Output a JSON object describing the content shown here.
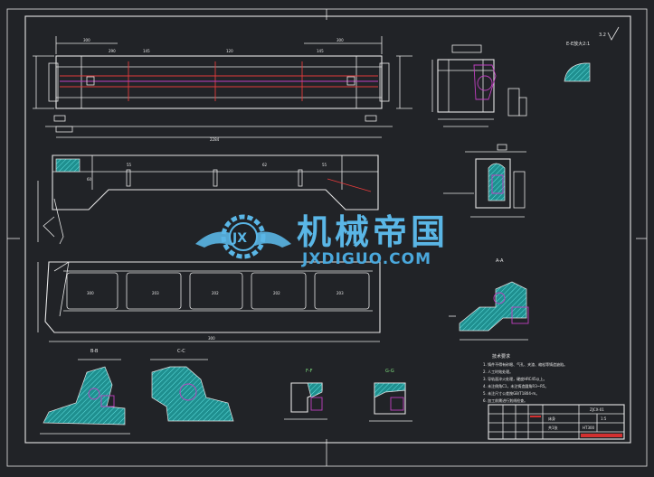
{
  "watermark": {
    "chinese": "机械帝国",
    "latin": "JXDIGUO.COM",
    "logo_letters": "JX"
  },
  "views": {
    "front_view": {
      "dims": [
        "300",
        "290",
        "145",
        "120",
        "145",
        "300",
        "2284"
      ]
    },
    "plan_view": {
      "dims": [
        "60",
        "55",
        "62",
        "55"
      ]
    },
    "bottom_view": {
      "dims": [
        "300",
        "203",
        "202",
        "202",
        "203",
        "300"
      ]
    },
    "section_EE": {
      "label": "E-E放大2:1"
    },
    "section_AA": {
      "label": "A-A"
    },
    "section_BB": {
      "label": "B-B"
    },
    "section_CC": {
      "label": "C-C"
    },
    "section_FF": {
      "label": "F-F"
    },
    "section_GG": {
      "label": "G-G"
    }
  },
  "roughness": "3.2",
  "notes": {
    "title": "技术要求",
    "lines": [
      "1. 铸件不得有砂眼、气孔、夹渣、缩松等铸造缺陷。",
      "2. 人工时效处理。",
      "3. 导轨面淬火处理，硬度HRC45以上。",
      "4. 未注倒角C1，未注铸造圆角R3~R5。",
      "5. 未注尺寸公差按GB/T1804-m。",
      "6. 加工前需进行划线检查。"
    ]
  },
  "title_block": {
    "drawing_no": "ZJCX-01",
    "name": "床身",
    "material": "HT300",
    "scale": "1:5",
    "sheet": "共1张"
  }
}
